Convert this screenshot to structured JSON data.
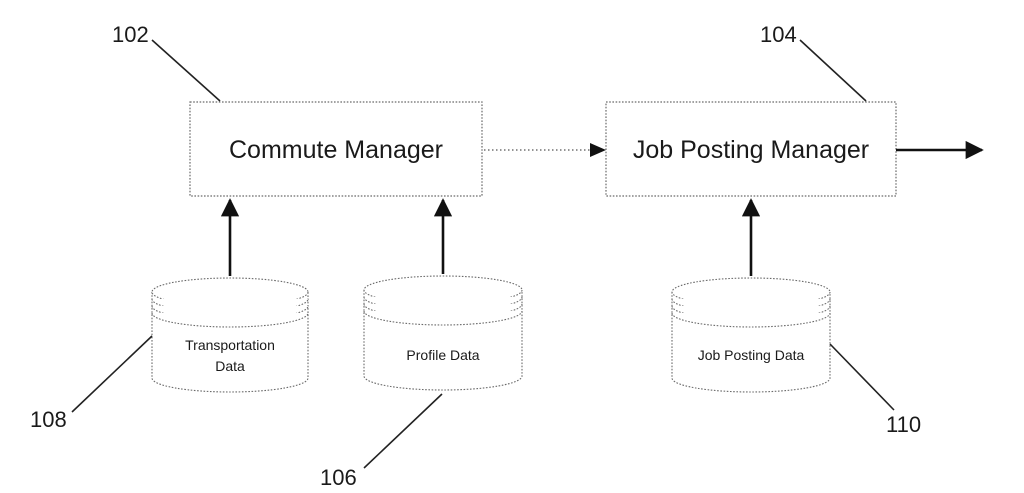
{
  "nodes": {
    "commute_manager": "Commute Manager",
    "job_posting_manager": "Job Posting Manager"
  },
  "datastores": {
    "transportation_line1": "Transportation",
    "transportation_line2": "Data",
    "profile": "Profile Data",
    "job_posting": "Job Posting Data"
  },
  "refs": {
    "commute_manager": "102",
    "job_posting_manager": "104",
    "profile_data": "106",
    "transportation_data": "108",
    "job_posting_data": "110"
  }
}
